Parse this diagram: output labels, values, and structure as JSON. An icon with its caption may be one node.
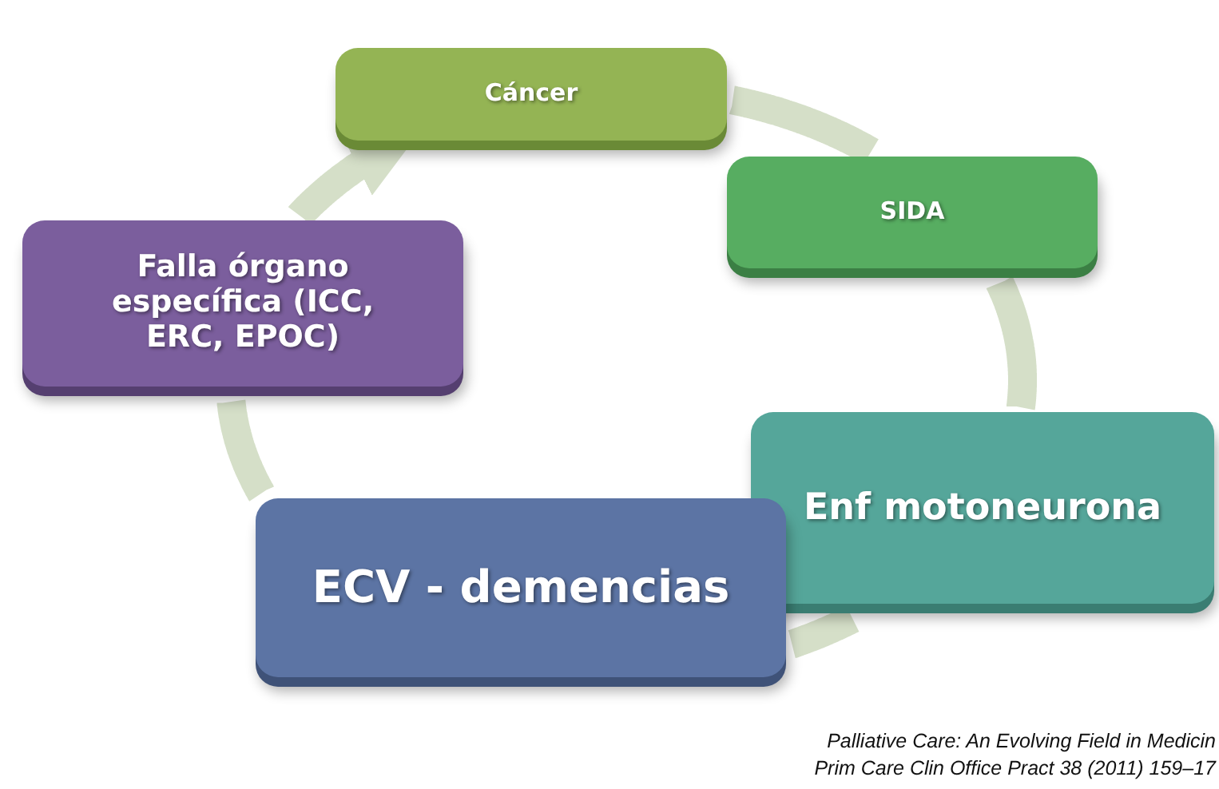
{
  "diagram": {
    "nodes": [
      {
        "text": [
          "Cáncer"
        ]
      },
      {
        "text": [
          "SIDA"
        ]
      },
      {
        "text": [
          "Enf motoneurona"
        ]
      },
      {
        "text": [
          "ECV - demencias"
        ]
      },
      {
        "text": [
          "Falla órgano específica (ICC, ERC, EPOC)"
        ]
      }
    ],
    "edges": [
      {
        "from": 0,
        "to": 1,
        "arrow": "none"
      },
      {
        "from": 1,
        "to": 2,
        "arrow": "none"
      },
      {
        "from": 2,
        "to": 3,
        "arrow": "none"
      },
      {
        "from": 3,
        "to": 4,
        "arrow": "none"
      },
      {
        "from": 4,
        "to": 0,
        "arrow": "to"
      }
    ],
    "labels": [
      "Palliative Care: An Evolving Field in Medicin",
      "Prim Care Clin Office Pract 38 (2011) 159–17"
    ]
  }
}
